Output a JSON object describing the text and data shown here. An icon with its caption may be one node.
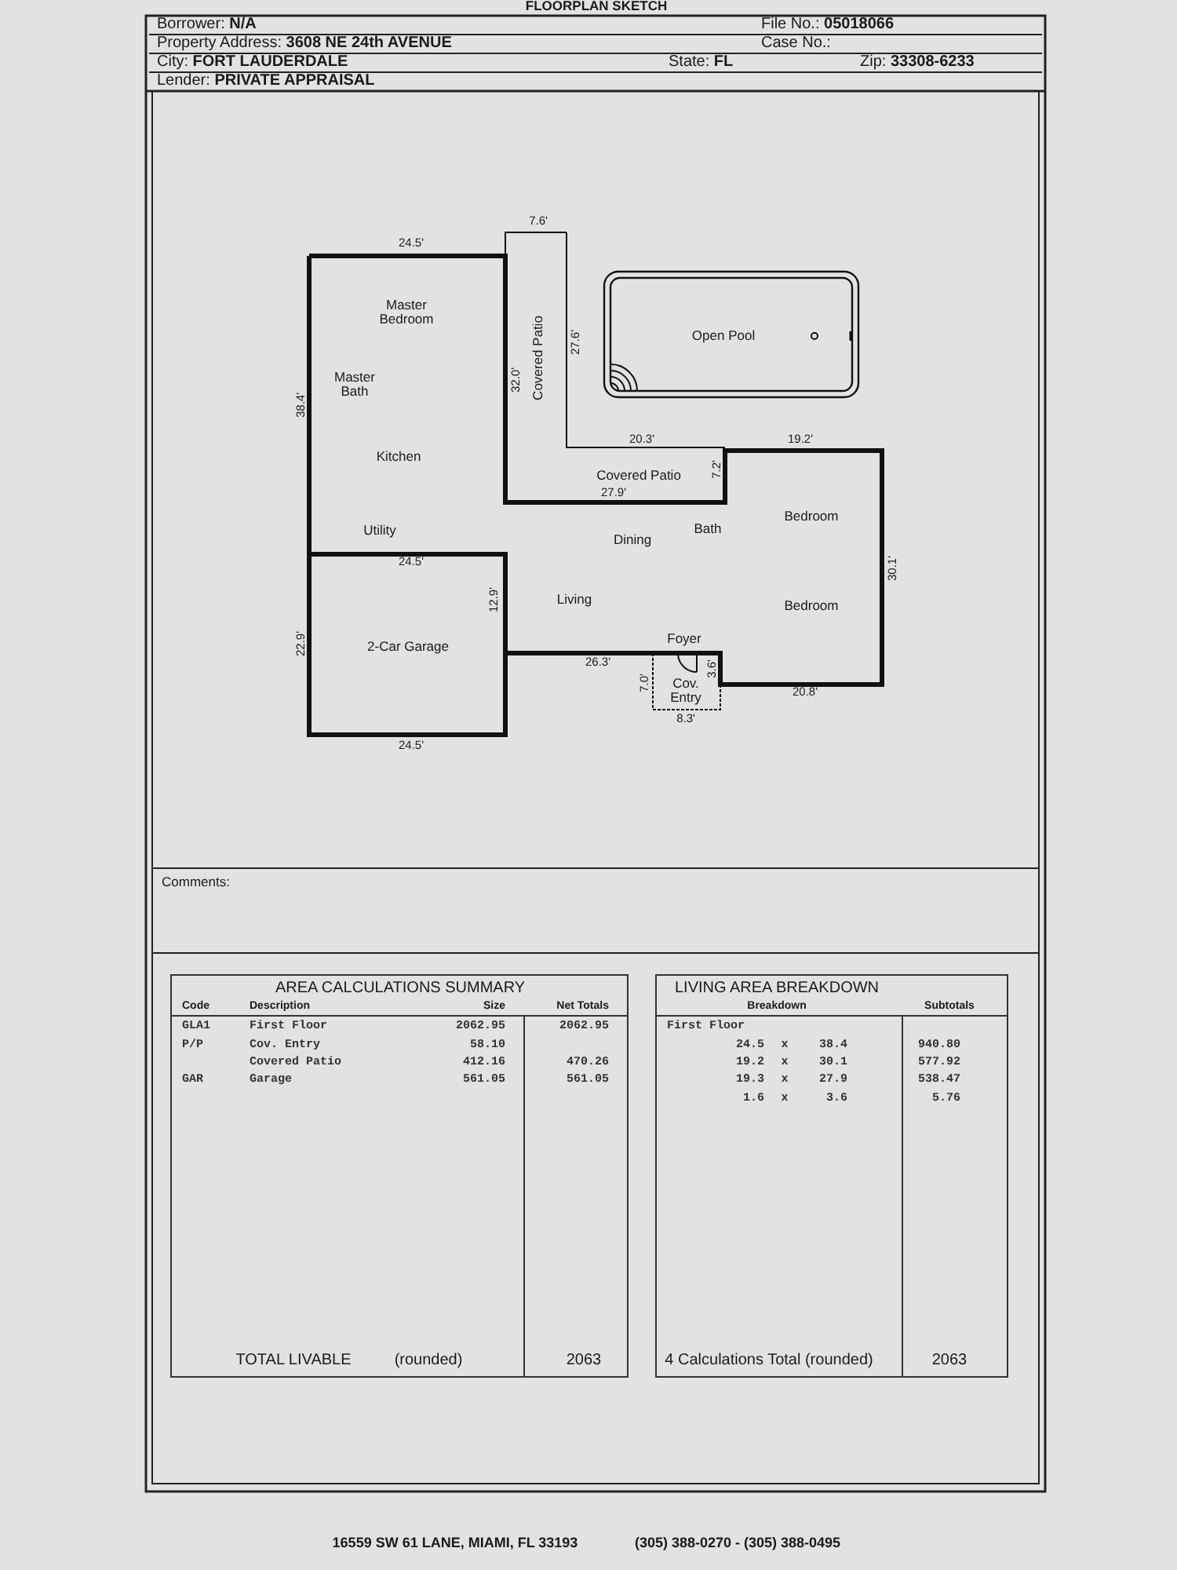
{
  "diagram": {
    "title": "FLOORPLAN SKETCH",
    "labels": [
      "Borrower: **N/A**",
      "File No.: **05018066**",
      "Property Address: **3608 NE 24th AVENUE**",
      "Case No.:",
      "City: **FORT LAUDERDALE**",
      "State: **FL**",
      "Zip: **33308-6233**",
      "Lender: **PRIVATE APPRAISAL**",
      "24.5'",
      "7.6'",
      "Master Bedroom",
      "Master Bath",
      "38.4'",
      "32.0'",
      "Covered Patio",
      "27.6'",
      "Open Pool",
      "Kitchen",
      "20.3'",
      "19.2'",
      "Covered Patio",
      "7.2'",
      "27.9'",
      "Bedroom",
      "Utility",
      "Bath",
      "Dining",
      "24.5'",
      "30.1'",
      "12.9'",
      "Living",
      "Bedroom",
      "22.9'",
      "2-Car Garage",
      "Foyer",
      "26.3'",
      "3.6'",
      "7.0'",
      "Cov. Entry",
      "20.8'",
      "8.3'",
      "24.5'",
      "Comments:",
      "AREA CALCULATIONS SUMMARY",
      "Code",
      "Description",
      "Size",
      "Net Totals",
      "GLA1",
      "First Floor",
      "2062.95",
      "2062.95",
      "P/P",
      "Cov. Entry",
      "58.10",
      "Covered Patio",
      "412.16",
      "470.26",
      "GAR",
      "Garage",
      "561.05",
      "561.05",
      "TOTAL LIVABLE",
      "(rounded)",
      "2063",
      "LIVING AREA BREAKDOWN",
      "Breakdown",
      "Subtotals",
      "First Floor",
      "24.5",
      "x",
      "38.4",
      "940.80",
      "19.2",
      "x",
      "30.1",
      "577.92",
      "19.3",
      "x",
      "27.9",
      "538.47",
      "1.6",
      "x",
      "3.6",
      "5.76",
      "4 Calculations Total (rounded)",
      "2063",
      "16559 SW 61 LANE, MIAMI, FL 33193",
      "(305) 388-0270 - (305) 388-0495"
    ]
  }
}
